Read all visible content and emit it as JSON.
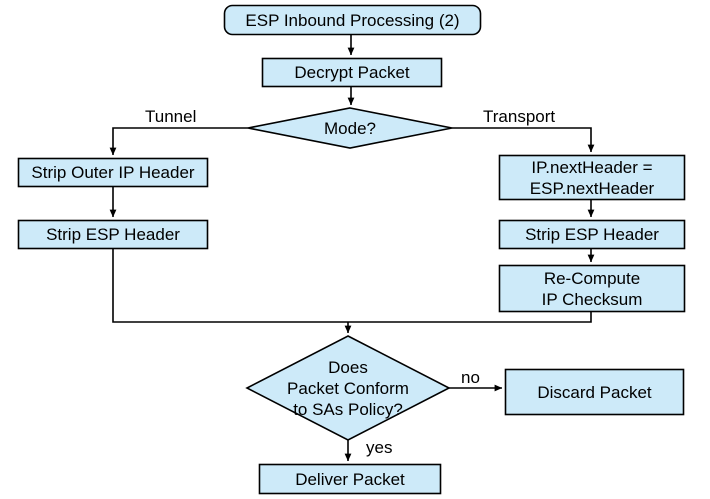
{
  "diagram": {
    "title": "ESP Inbound Processing (2)",
    "type": "flowchart",
    "colors": {
      "node_fill": "#cdeaf9",
      "node_stroke": "#000000",
      "edge_stroke": "#000000",
      "text": "#000000",
      "background": "#ffffff"
    },
    "nodes": {
      "start": {
        "label": "ESP Inbound Processing (2)",
        "shape": "rounded-rectangle"
      },
      "decrypt": {
        "label": "Decrypt Packet",
        "shape": "rectangle"
      },
      "mode": {
        "label": "Mode?",
        "shape": "diamond"
      },
      "strip_outer_ip": {
        "label": "Strip Outer IP Header",
        "shape": "rectangle"
      },
      "strip_esp_tunnel": {
        "label": "Strip ESP Header",
        "shape": "rectangle"
      },
      "next_header": {
        "label_line1": "IP.nextHeader =",
        "label_line2": "ESP.nextHeader",
        "shape": "rectangle"
      },
      "strip_esp_transport": {
        "label": "Strip ESP Header",
        "shape": "rectangle"
      },
      "recompute": {
        "label_line1": "Re-Compute",
        "label_line2": "IP Checksum",
        "shape": "rectangle"
      },
      "conform": {
        "label_line1": "Does",
        "label_line2": "Packet Conform",
        "label_line3": "to SAs Policy?",
        "shape": "diamond"
      },
      "discard": {
        "label": "Discard Packet",
        "shape": "rectangle"
      },
      "deliver": {
        "label": "Deliver Packet",
        "shape": "rectangle"
      }
    },
    "edge_labels": {
      "tunnel": "Tunnel",
      "transport": "Transport",
      "no": "no",
      "yes": "yes"
    }
  }
}
